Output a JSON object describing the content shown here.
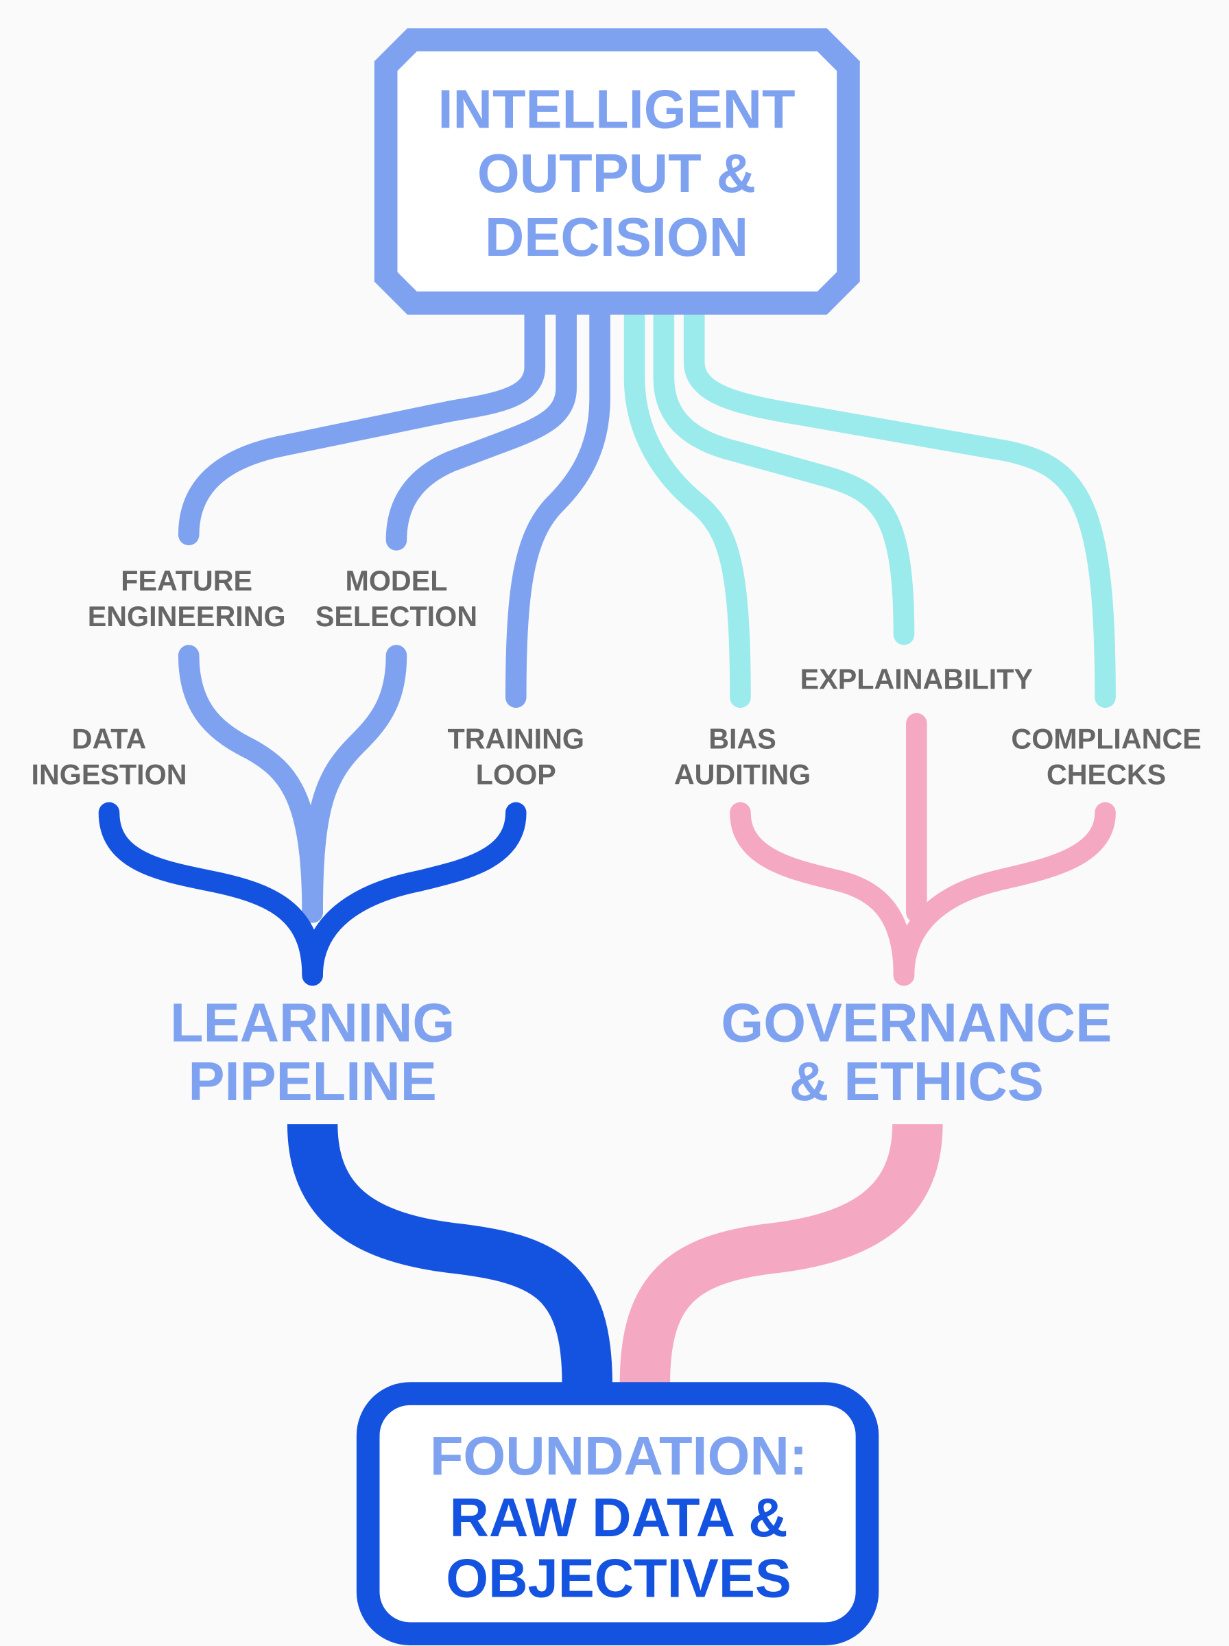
{
  "top": {
    "lines": [
      "INTELLIGENT",
      "OUTPUT &",
      "DECISION"
    ]
  },
  "branches": {
    "feature_engineering": [
      "FEATURE",
      "ENGINEERING"
    ],
    "model_selection": [
      "MODEL",
      "SELECTION"
    ],
    "data_ingestion": [
      "DATA",
      "INGESTION"
    ],
    "training_loop": [
      "TRAINING",
      "LOOP"
    ],
    "bias_auditing": [
      "BIAS",
      "AUDITING"
    ],
    "explainability": [
      "EXPLAINABILITY"
    ],
    "compliance_checks": [
      "COMPLIANCE",
      "CHECKS"
    ]
  },
  "groups": {
    "learning": [
      "LEARNING",
      "PIPELINE"
    ],
    "governance": [
      "GOVERNANCE",
      "& ETHICS"
    ]
  },
  "foundation": {
    "lines": [
      "FOUNDATION:",
      "RAW DATA &",
      "OBJECTIVES"
    ]
  },
  "colors": {
    "periwinkle": "#7fa2f0",
    "cyan": "#9beaec",
    "pink": "#f5a8c1",
    "blue": "#1453e0",
    "label": "#666666"
  }
}
